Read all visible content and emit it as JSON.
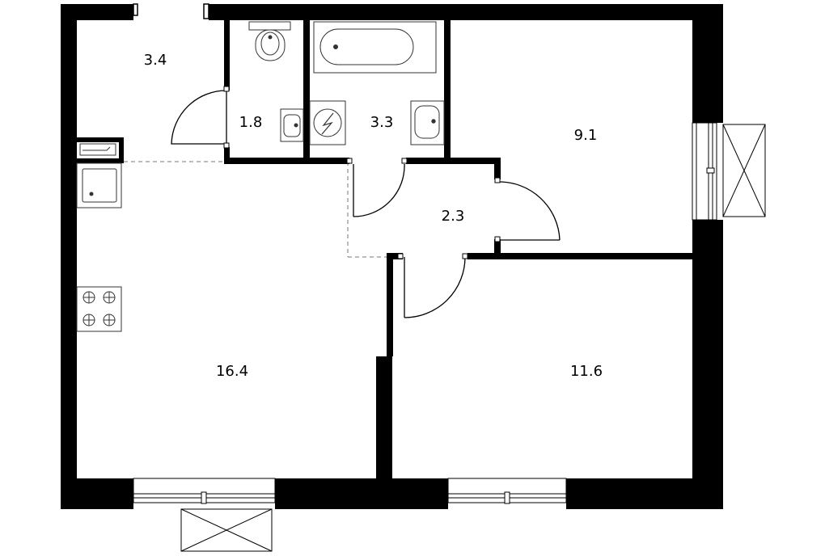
{
  "plan": {
    "colors": {
      "wall": "#000000",
      "background": "#ffffff",
      "line": "#000000",
      "fixture_stroke": "#333333",
      "dashed": "#777777"
    },
    "rooms": [
      {
        "id": "hallway-entry",
        "area": "3.4"
      },
      {
        "id": "toilet",
        "area": "1.8"
      },
      {
        "id": "bathroom",
        "area": "3.3"
      },
      {
        "id": "bedroom-top",
        "area": "9.1"
      },
      {
        "id": "corridor",
        "area": "2.3"
      },
      {
        "id": "kitchen-living",
        "area": "16.4"
      },
      {
        "id": "bedroom-bottom",
        "area": "11.6"
      }
    ]
  }
}
